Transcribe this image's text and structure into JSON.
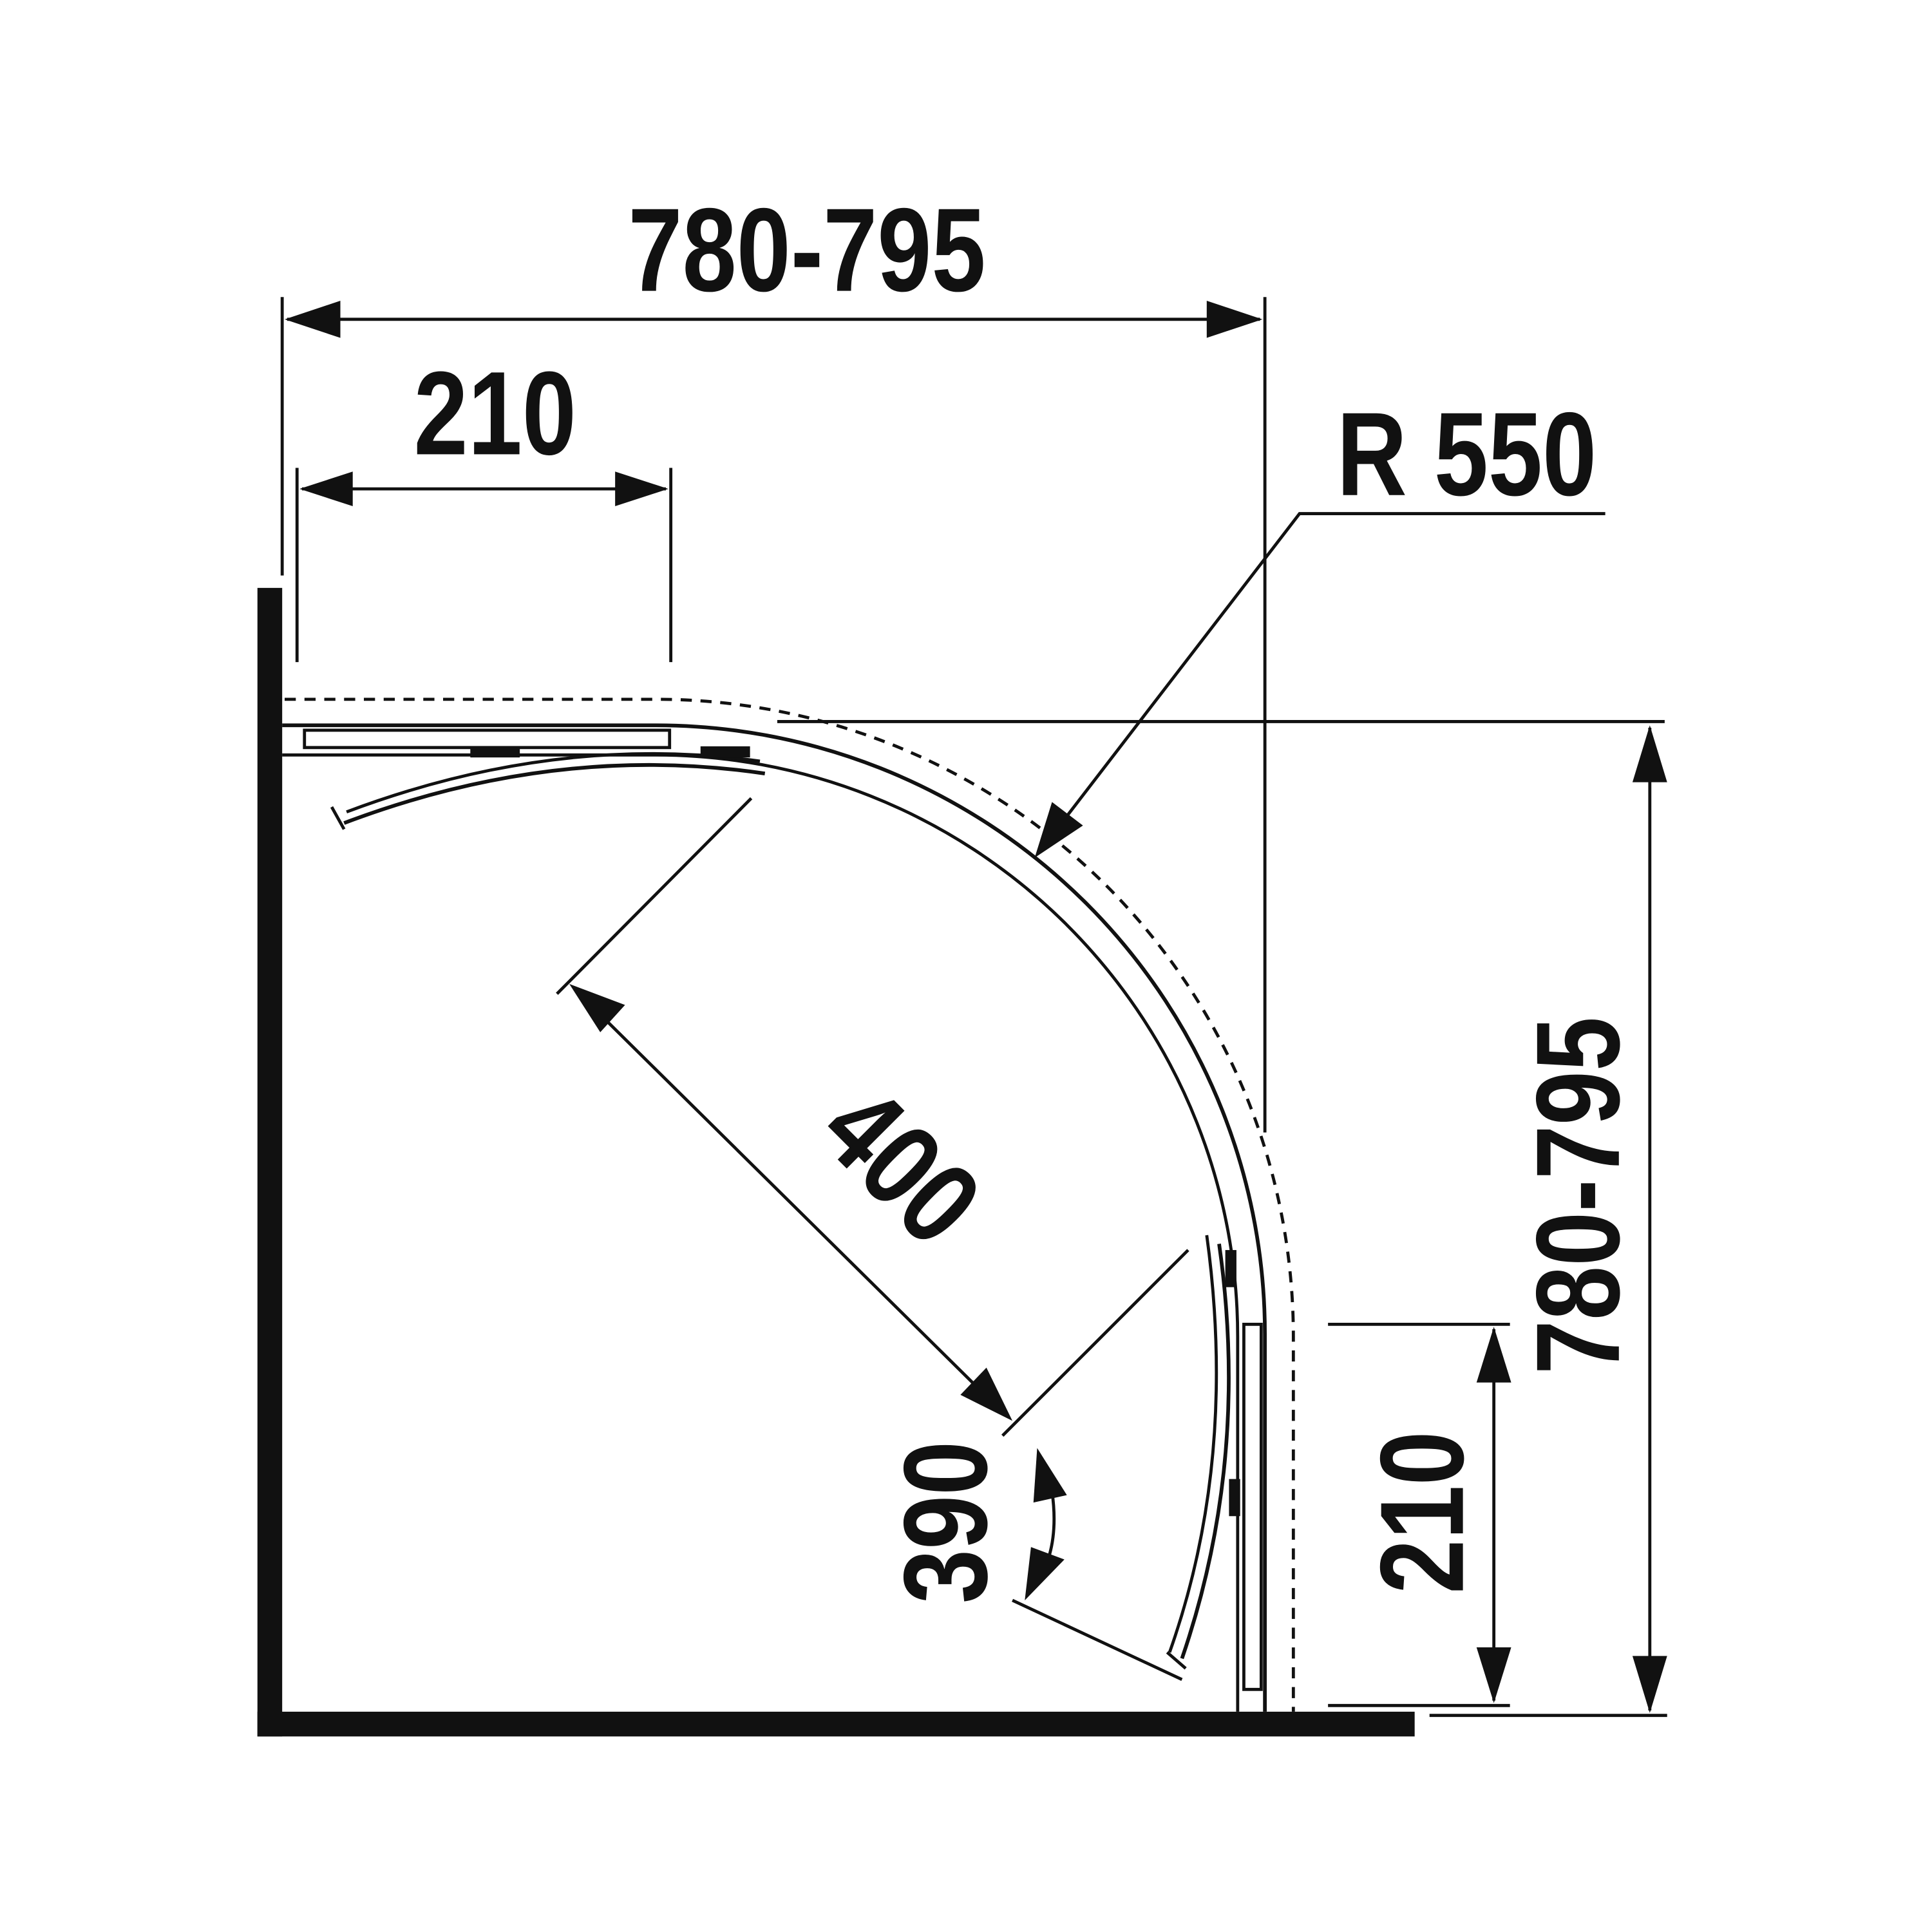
{
  "drawing": {
    "width_dimension": "780-795",
    "height_dimension": "780-795",
    "top_fixed_panel": "210",
    "right_fixed_panel": "210",
    "radius": "R 550",
    "door_depth": "400",
    "door_opening": "390"
  },
  "colors": {
    "ink": "#111111",
    "background": "#ffffff"
  }
}
